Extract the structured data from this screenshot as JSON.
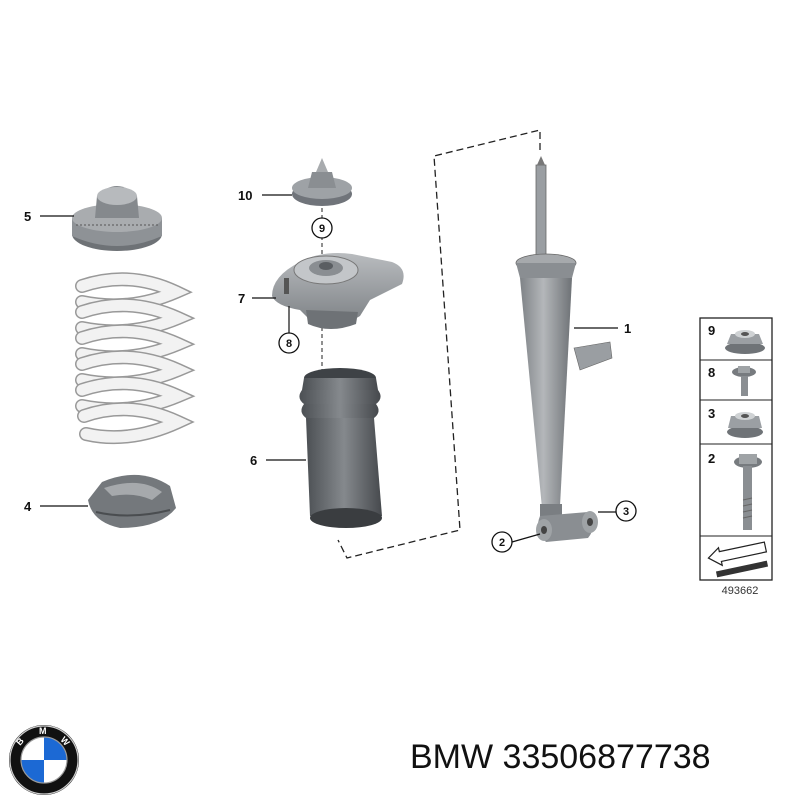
{
  "callouts": {
    "c1": "1",
    "c2": "2",
    "c3": "3",
    "c4": "4",
    "c5": "5",
    "c6": "6",
    "c7": "7",
    "c8": "8",
    "c9": "9",
    "c10": "10"
  },
  "legend": {
    "items": [
      "9",
      "8",
      "3",
      "2"
    ],
    "reference": "493662"
  },
  "footer": {
    "brand": "BMW",
    "part_number": "33506877738",
    "logo_letters": "BMW"
  },
  "colors": {
    "part_gray": "#8a8e92",
    "part_dark": "#5e6368",
    "spring": "#eeeeee",
    "bmw_blue": "#1c69d4"
  },
  "icons": [
    "bmw-roundel-icon",
    "direction-arrow-icon"
  ]
}
